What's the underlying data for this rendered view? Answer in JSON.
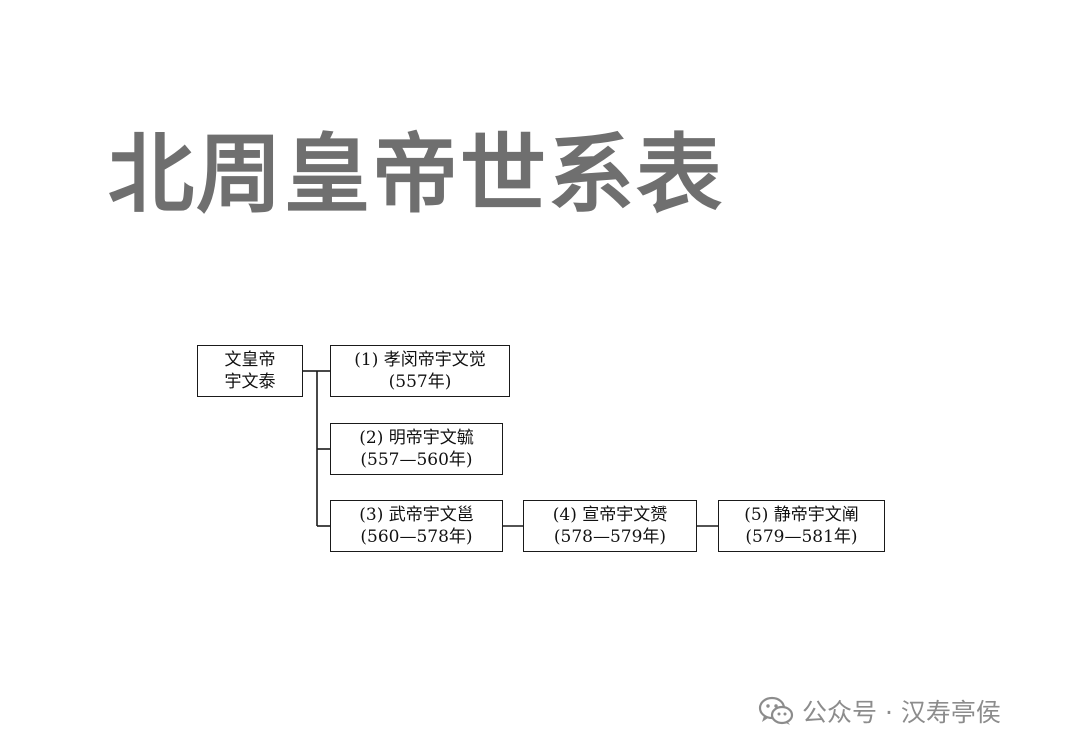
{
  "title": "北周皇帝世系表",
  "root": {
    "line1": "文皇帝",
    "line2": "宇文泰"
  },
  "emperors": [
    {
      "name": "(1) 孝闵帝宇文觉",
      "years": "(557年)"
    },
    {
      "name": "(2) 明帝宇文毓",
      "years": "(557—560年)"
    },
    {
      "name": "(3) 武帝宇文邕",
      "years": "(560—578年)"
    },
    {
      "name": "(4) 宣帝宇文赟",
      "years": "(578—579年)"
    },
    {
      "name": "(5) 静帝宇文阐",
      "years": "(579—581年)"
    }
  ],
  "watermark": {
    "icon": "wechat-icon",
    "text": "公众号 · 汉寿亭侯"
  },
  "colors": {
    "title": "#6f6f6f",
    "line": "#1a1a1a",
    "watermark": "#8c8c8c"
  }
}
